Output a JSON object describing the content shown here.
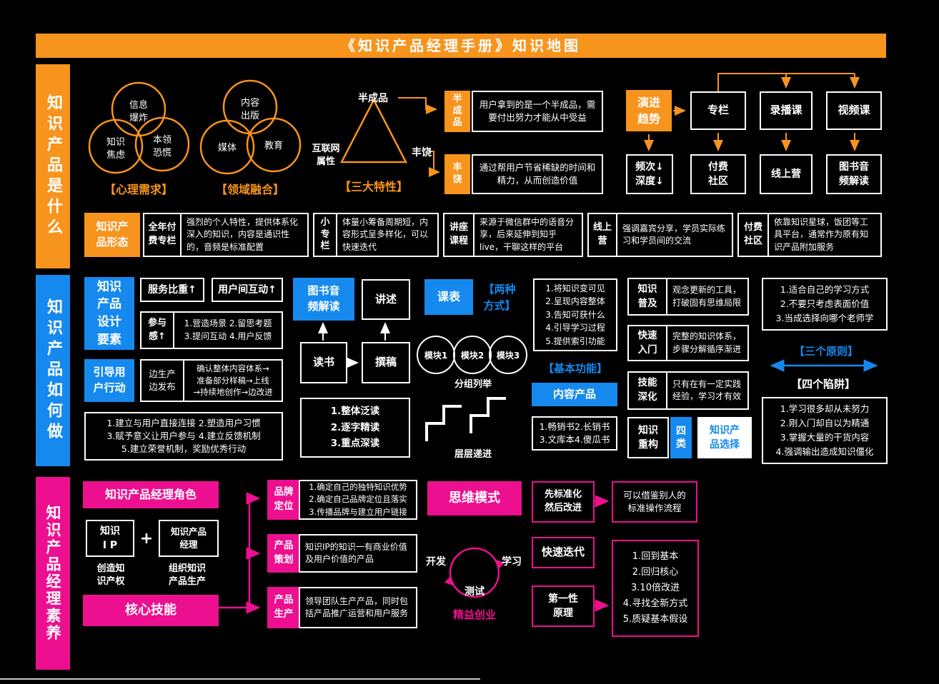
{
  "title": "《知识产品经理手册》知识地图",
  "palette": {
    "orange": "#f7941d",
    "blue": "#1589ee",
    "magenta": "#ec0f8f",
    "background": "#000000",
    "text": "#ffffff"
  },
  "sections": {
    "what": {
      "side_label": "知识产品是什么",
      "venn_psych": {
        "top": "信息\n爆炸",
        "left": "知识\n焦虑",
        "right": "本领\n恐慌",
        "caption": "【心理需求】"
      },
      "venn_domain": {
        "top": "内容\n出版",
        "left": "媒体",
        "right": "教育",
        "caption": "【领域融合】"
      },
      "triangle": {
        "top": "半成品",
        "left": "互联网\n属性",
        "right": "丰饶",
        "caption": "【三大特性】"
      },
      "semi_product": {
        "tag": "半\n成\n品",
        "desc": "用户拿到的是一个半成品，需要付出努力才能从中受益"
      },
      "abundance": {
        "tag": "丰\n饶",
        "desc": "通过帮用户节省稀缺的时间和精力，从而创造价值"
      },
      "evolution": {
        "tag": "演进\n趋势",
        "row1": [
          {
            "label": "专栏"
          },
          {
            "label": "录播课"
          },
          {
            "label": "视频课"
          }
        ],
        "row2": [
          {
            "label": "频次↓\n深度↓"
          },
          {
            "label": "付费\n社区"
          },
          {
            "label": "线上营"
          },
          {
            "label": "图书音\n频解读"
          }
        ]
      },
      "forms": {
        "tag": "知识产\n品形态",
        "items": [
          {
            "name": "全年付\n费专栏",
            "desc": "强烈的个人特性，提供体系化深入的知识，内容是通识性的，音频是标准配置"
          },
          {
            "name": "小\n专\n栏",
            "desc": "体量小筹备周期短，内容形式呈多样化，可以快速迭代"
          },
          {
            "name": "讲座\n课程",
            "desc": "来源于微信群中的语音分享，后来延伸到知乎live，干聊这样的平台"
          },
          {
            "name": "线上\n营",
            "desc": "强调嘉宾分享，学员实际练习和学员间的交流"
          },
          {
            "name": "付费\n社区",
            "desc": "依靠知识星球，饭团等工具平台，通常作为原有知识产品附加服务"
          }
        ]
      }
    },
    "how": {
      "side_label": "知识产品如何做",
      "design": {
        "tag": "知识\n产品\n设计\n要素",
        "service": "服务比重↑",
        "interaction": "用户间互动↑",
        "engagement": "参与\n感↑",
        "engagement_list": "1.营造场景 2.留思考题\n3.提问互动 4.用户反馈",
        "guide_tag": "引导用\n户行动",
        "produce": "边生产\n边发布",
        "produce_flow": "确认整体内容体系→\n准备部分样稿→上线\n→持续地创作→边改进",
        "action_list": "1.建立与用户直接连接 2.塑造用户习惯\n3.赋予意义让用户参与 4.建立反馈机制\n5.建立荣誉机制，奖励优秀行动"
      },
      "book_audio": {
        "tag": "图书音\n频解读",
        "narrate": "讲述",
        "read": "读书",
        "draft": "撰稿",
        "read_steps": "1.整体泛读\n2.逐字精读\n3.重点深读"
      },
      "course": {
        "tag": "课表",
        "two_ways": "【两种\n方式】",
        "modules": [
          "模块1",
          "模块2",
          "模块3"
        ],
        "group_label": "分组列举",
        "stairs_label": "层层递进",
        "functions": "1.将知识变可见\n2.呈现内容整体\n3.告知可获什么\n4.引导学习过程\n5.提供索引功能",
        "functions_caption": "【基本功能】",
        "content_tag": "内容产品",
        "content_types": "1.畅销书2.长销书\n3.文库本4.傻瓜书",
        "restructure": "知识\n重构",
        "four_types": "四\n类",
        "product_choice": "知识产\n品选择"
      },
      "selection": {
        "popular": {
          "name": "知识\n普及",
          "desc": "观念更新的工具，打破固有思维局限"
        },
        "entry": {
          "name": "快速\n入门",
          "desc": "完整的知识体系，步骤分解循序渐进"
        },
        "deepen": {
          "name": "技能\n深化",
          "desc": "只有在有一定实践经验，学习才有效"
        },
        "principles": "1.适合自己的学习方式\n2.不要只考虑表面价值\n3.当成选择向哪个老师学",
        "principles_caption": "【三个原则】",
        "traps_caption": "【四个陷阱】",
        "traps": "1.学习很多却从未努力\n2.刚入门却自以为精通\n3.掌握大量的干货内容\n4.强调输出造成知识僵化"
      }
    },
    "quality": {
      "side_label": "知识产品经理素养",
      "role": {
        "tag": "知识产品经理角色",
        "ip": "知识\nI P",
        "plus": "+",
        "pm": "知识产品\n经理",
        "ip_note": "创造知\n识产权",
        "pm_note": "组织知识\n产品生产",
        "core": "核心技能"
      },
      "skills": {
        "brand": {
          "name": "品牌\n定位",
          "desc": "1.确定自己的独特知识优势\n2.确定自己品牌定位且落实\n3.传播品牌与建立用户链接"
        },
        "plan": {
          "name": "产品\n策划",
          "desc": "知识IP的知识一有商业价值及用户价值的产品"
        },
        "produce": {
          "name": "产品\n生产",
          "desc": "领导团队生产产品，同时包括产品推广运营和用户服务"
        }
      },
      "mindset": {
        "tag": "思维模式",
        "cycle": [
          "开发",
          "学习",
          "测试"
        ],
        "cycle_caption": "精益创业",
        "standardize": "先标准化\n然后改进",
        "standardize_desc": "可以借鉴别人的\n标准操作流程",
        "iterate": "快速迭代",
        "first_principle": "第一性\n原理",
        "first_list": "1.回到基本\n2.回归核心\n3.10倍改进\n4.寻找全新方式\n5.质疑基本假设"
      }
    }
  }
}
